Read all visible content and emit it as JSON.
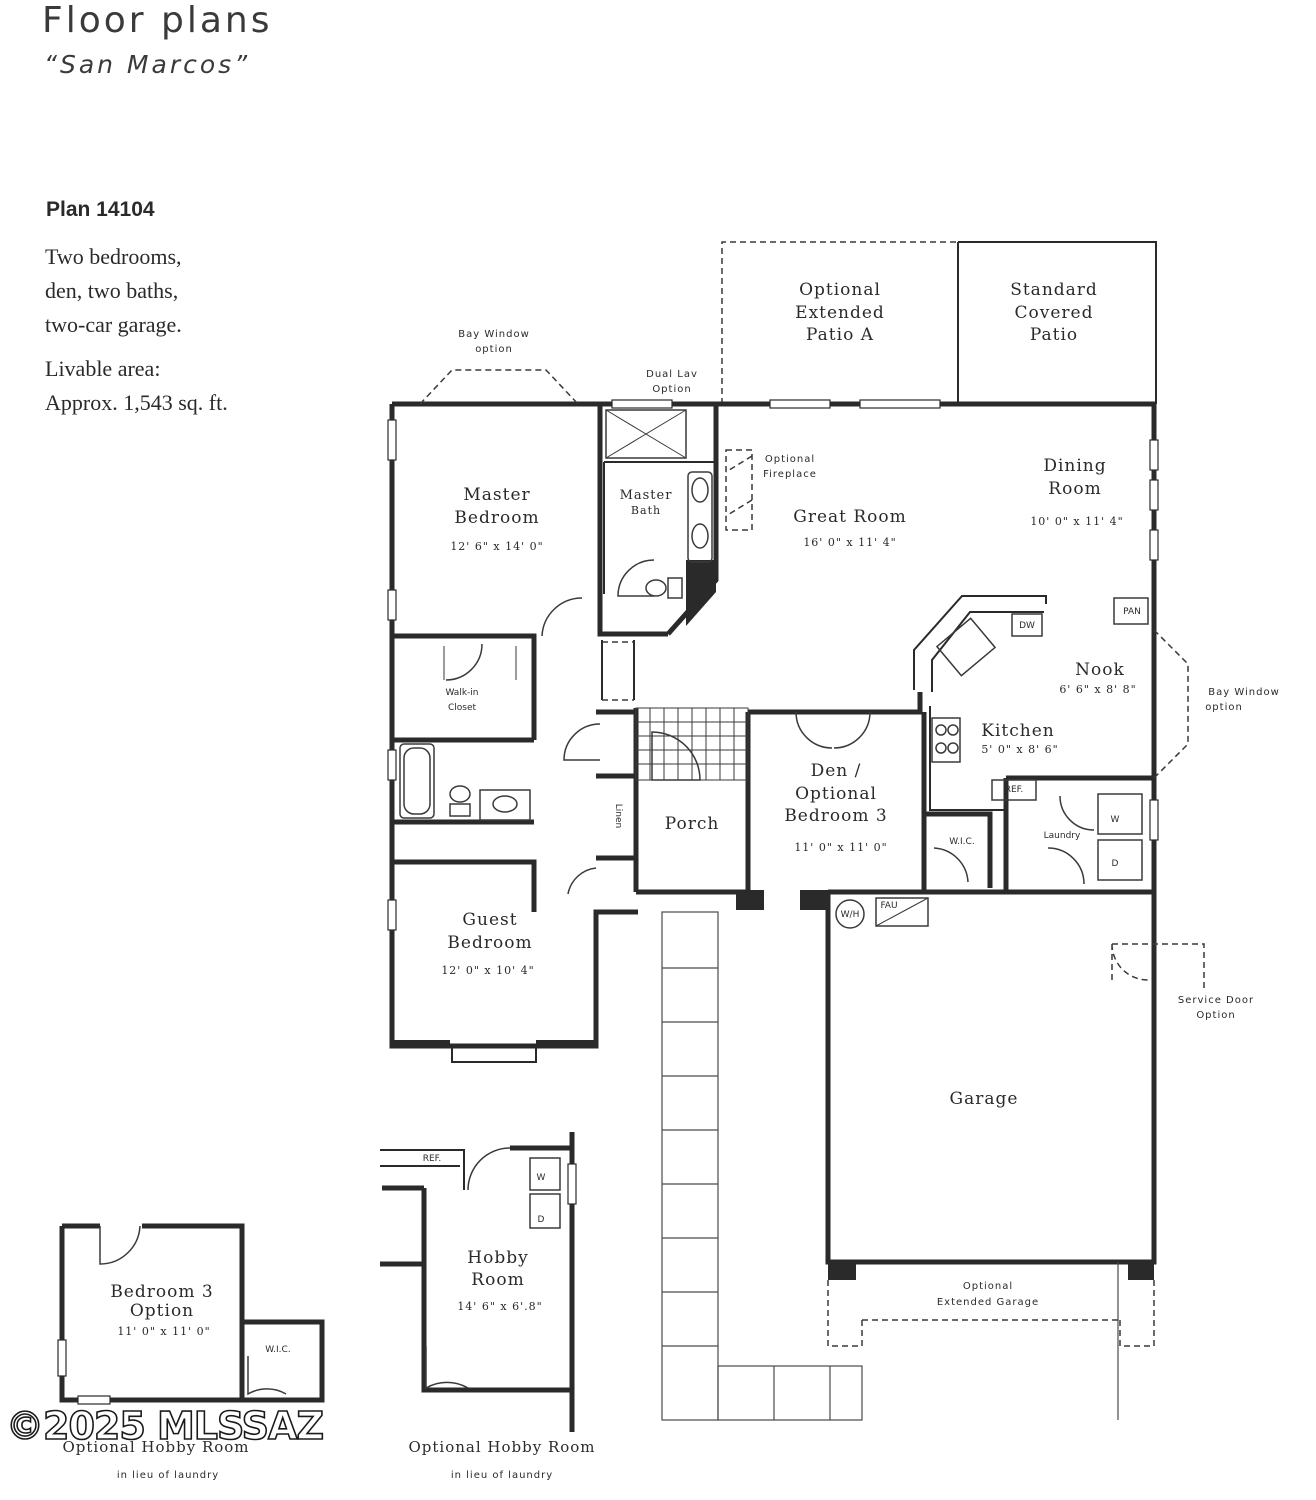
{
  "header": {
    "title": "Floor plans",
    "subtitle": "“San Marcos”"
  },
  "plan": {
    "number": "Plan 14104",
    "description": [
      "Two bedrooms,",
      "den, two baths,",
      "two-car garage."
    ],
    "area_label": "Livable area:",
    "area_value": "Approx. 1,543 sq. ft."
  },
  "rooms": {
    "master_bedroom": {
      "name": [
        "Master",
        "Bedroom"
      ],
      "dim": "12' 6\" x 14' 0\""
    },
    "master_bath": {
      "name": [
        "Master",
        "Bath"
      ]
    },
    "great_room": {
      "name": [
        "Great Room"
      ],
      "dim": "16' 0\" x 11' 4\""
    },
    "dining_room": {
      "name": [
        "Dining",
        "Room"
      ],
      "dim": "10' 0\" x 11' 4\""
    },
    "nook": {
      "name": [
        "Nook"
      ],
      "dim": "6' 6\" x 8' 8\""
    },
    "kitchen": {
      "name": [
        "Kitchen"
      ],
      "dim": "5' 0\" x 8' 6\""
    },
    "walk_in_closet": {
      "name": [
        "Walk-in",
        "Closet"
      ]
    },
    "linen": {
      "name": [
        "Linen"
      ]
    },
    "porch": {
      "name": [
        "Porch"
      ]
    },
    "den": {
      "name": [
        "Den /",
        "Optional",
        "Bedroom 3"
      ],
      "dim": "11' 0\" x 11' 0\""
    },
    "wic": {
      "name": [
        "W.I.C."
      ]
    },
    "laundry": {
      "name": [
        "Laundry"
      ]
    },
    "guest_bedroom": {
      "name": [
        "Guest",
        "Bedroom"
      ],
      "dim": "12' 0\" x 10' 4\""
    },
    "garage": {
      "name": [
        "Garage"
      ]
    },
    "patio_a": {
      "name": [
        "Optional",
        "Extended",
        "Patio A"
      ]
    },
    "covered_patio": {
      "name": [
        "Standard",
        "Covered",
        "Patio"
      ]
    }
  },
  "annotations": {
    "bay_window_top": [
      "Bay Window",
      "option"
    ],
    "dual_lav": [
      "Dual Lav",
      "Option"
    ],
    "fireplace": [
      "Optional",
      "Fireplace"
    ],
    "bay_window_right": [
      "Bay Window",
      "option"
    ],
    "service_door": [
      "Service Door",
      "Option"
    ],
    "ext_garage": [
      "Optional",
      "Extended Garage"
    ],
    "dw": "DW",
    "pan": "PAN",
    "ref": "REF.",
    "w": "W",
    "d": "D",
    "wh": "W/H",
    "fau": "FAU"
  },
  "options": {
    "bedroom3": {
      "name": [
        "Bedroom 3",
        "Option"
      ],
      "dim": "11' 0\" x 11' 0\"",
      "wic": "W.I.C.",
      "caption": "Optional Hobby Room",
      "caption_sub": "in lieu of laundry"
    },
    "hobby": {
      "name": [
        "Hobby",
        "Room"
      ],
      "dim": "14' 6\" x 6'.8\"",
      "ref": "REF.",
      "w": "W",
      "d": "D",
      "caption": "Optional Hobby Room",
      "caption_sub": "in lieu of laundry"
    }
  },
  "watermark": "©2025 MLSSAZ"
}
